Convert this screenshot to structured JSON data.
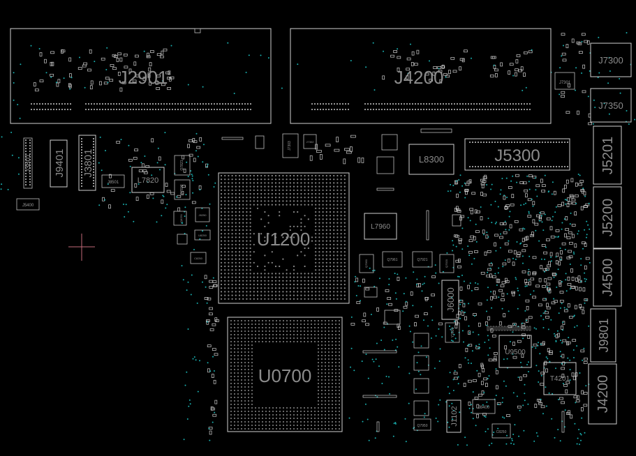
{
  "board": {
    "background_color": "#000000",
    "outline_color": "#cfcfcf",
    "label_color": "#8c8c8c",
    "via_color": "#19b0b0",
    "cursor_color": "#c46a7a"
  },
  "components": {
    "j2901": "J2901",
    "j4200_top": "J4200",
    "j7300": "J7300",
    "j7301": "J7301",
    "j7350": "J7350",
    "j3801_small": "J3801",
    "j9401": "J9401",
    "j3801": "J3801",
    "j8501": "J8501",
    "l7820": "L7820",
    "q7821": "Q7821",
    "q7822": "Q7822",
    "j5400": "J5400",
    "j7303": "J7303",
    "j7302": "J7302",
    "l8300": "L8300",
    "j5300": "J5300",
    "j5201": "J5201",
    "j5200": "J5200",
    "j4500": "J4500",
    "j9801": "J9801",
    "j4200": "J4200",
    "u1200": "U1200",
    "u0700": "U0700",
    "l7960": "L7960",
    "q7960": "Q7960",
    "q7961": "Q7961",
    "q7921": "Q7921",
    "q7920": "Q7920",
    "j6000": "J6000",
    "y2600": "Y2600",
    "u9500": "U9500",
    "t4201": "T4201",
    "j1102": "J1102",
    "j8400": "J8400",
    "q7950": "Q7950",
    "c8250": "C8250",
    "j8250": "J8250",
    "u8250": "U8250",
    "c8250b": "C8250",
    "q8251": "Q8251"
  }
}
